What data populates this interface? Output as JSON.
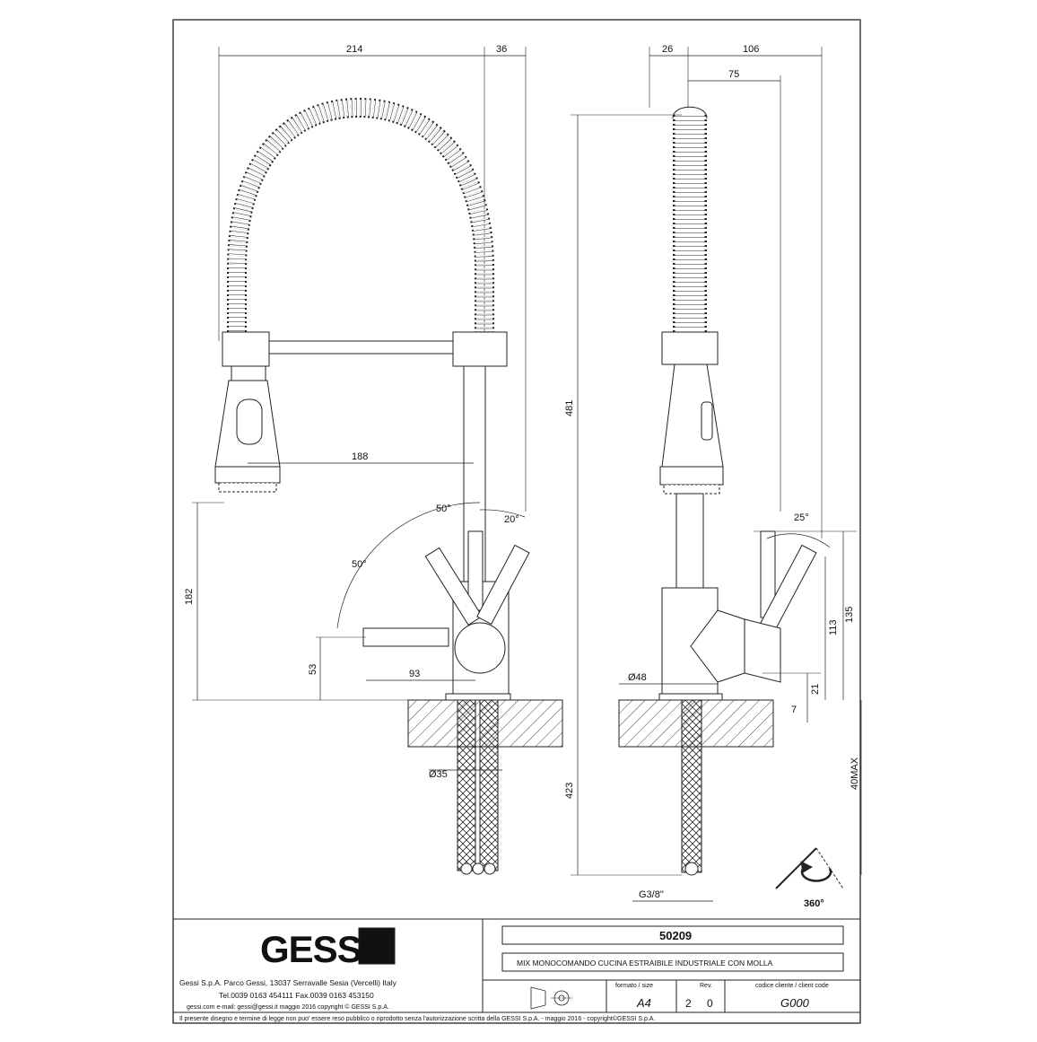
{
  "dimensions": {
    "front": {
      "width_total": "214",
      "width_right": "36",
      "reach": "188",
      "angle_left_upper": "50°",
      "angle_left_lower": "50°",
      "angle_right": "20°",
      "height_outlet": "182",
      "height_lever": "53",
      "lever_length": "93",
      "hose_diameter": "Ø35"
    },
    "side": {
      "depth_a": "26",
      "depth_b": "106",
      "depth_c": "75",
      "total_height": "481",
      "angle": "25°",
      "body_diameter": "Ø48",
      "height_135": "135",
      "height_113": "113",
      "height_21": "21",
      "height_7": "7",
      "below_deck": "423",
      "deck_max": "40MAX",
      "thread": "G3/8\"",
      "rotation": "360°"
    }
  },
  "titleblock": {
    "brand": "GESSI",
    "company_line1": "Gessi S.p.A. Parco Gessi, 13037 Serravalle Sesia (Vercelli) Italy",
    "company_line2": "Tel.0039 0163 454111 Fax.0039 0163 453150",
    "company_line3": "gessi.com  e-mail: gessi@gessi.it   maggio 2016   copyright © GESSI S.p.A.",
    "product_code": "50209",
    "product_desc": "MIX MONOCOMANDO CUCINA ESTRAIBILE INDUSTRIALE CON MOLLA",
    "format_label": "formato / size",
    "format_value": "A4",
    "rev_label": "Rev.",
    "rev_value1": "2",
    "rev_value2": "0",
    "client_label": "codice cliente / client code",
    "client_value": "G000",
    "footer": "Il presente disegno e termine di legge non puo' essere reso pubblico o riprodotto senza l'autorizzazione scritta della GESSI S.p.A. - maggio 2016 - copyright©GESSI S.p.A."
  }
}
